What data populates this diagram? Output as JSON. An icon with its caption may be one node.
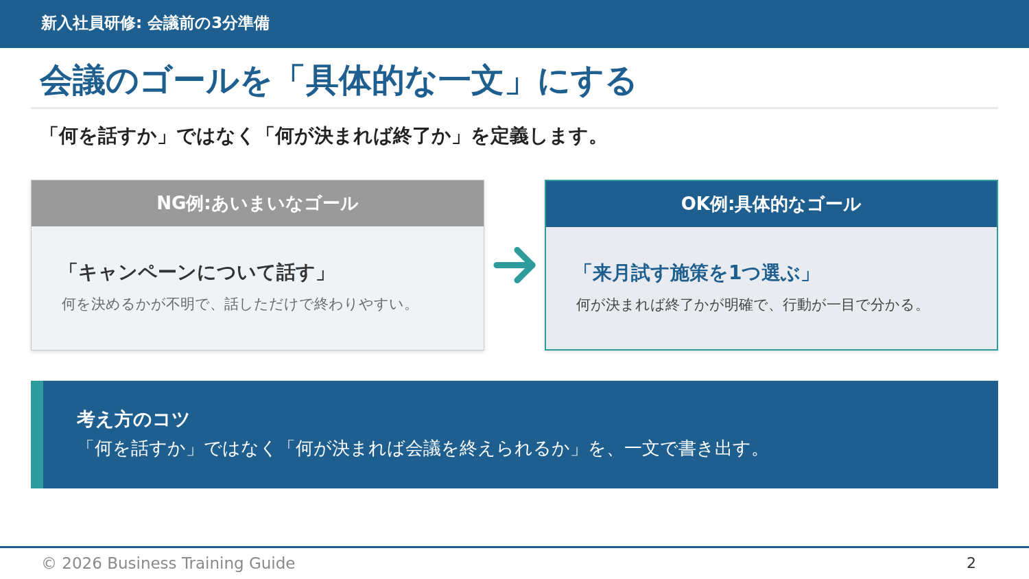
{
  "diagram": {
    "title": "会議のゴールを「具体的な一文」にする",
    "nodes": [
      {
        "text": [
          "NG例:あいまいなゴール",
          "「キャンペーンについて話す」",
          "何を決めるかが不明で、話しただけで終わりやすい。"
        ]
      },
      {
        "text": [
          "OK例:具体的なゴール",
          "「来月試す施策を1つ選ぶ」",
          "何が決まれば終了かが明確で、行動が一目で分かる。"
        ]
      },
      {
        "text": [
          "考え方のコツ",
          "「何を話すか」ではなく「何が決まれば会議を終えられるか」を、一文で書き出す。"
        ]
      }
    ],
    "edges": [
      {
        "from": 0,
        "to": 1,
        "arrow": "to",
        "color": "#2e9c9c"
      }
    ],
    "labels": [
      "新入社員研修: 会議前の3分準備",
      "「何を話すか」ではなく「何が決まれば終了か」を定義します。",
      "© 2026 Business Training Guide",
      "2"
    ]
  }
}
